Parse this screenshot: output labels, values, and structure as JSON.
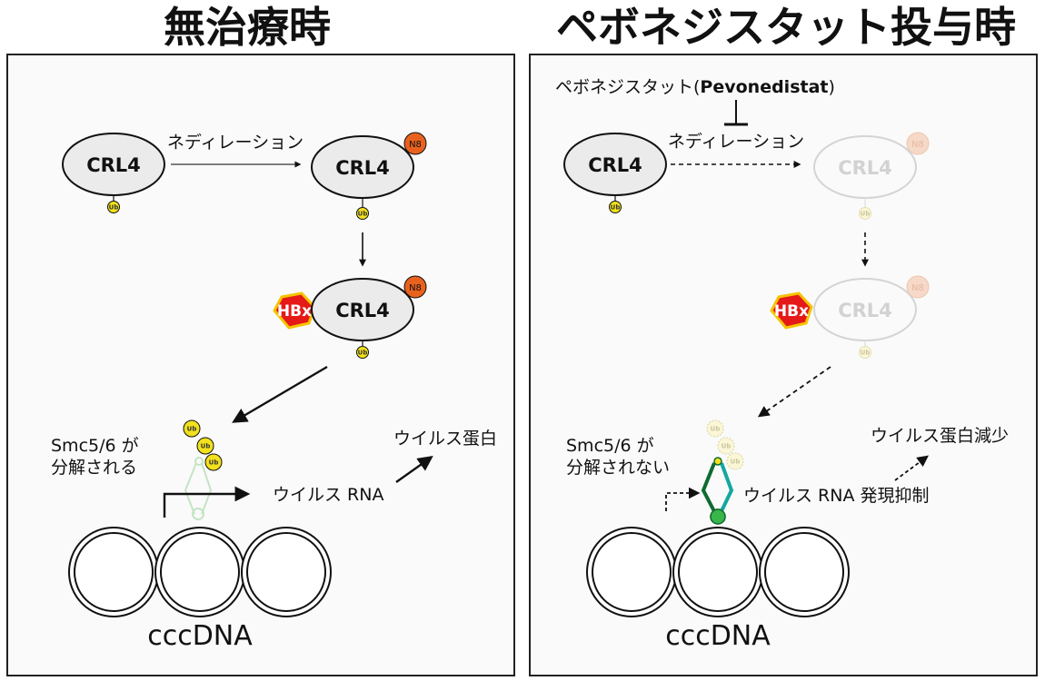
{
  "panels": {
    "left": {
      "title": "無治療時",
      "neddylation_label": "ネディレーション",
      "crl4_label": "CRL4",
      "ub_label": "Ub",
      "n8_label": "N8",
      "hbx_label": "HBx",
      "smc_line1": "Smc5/6 が",
      "smc_line2": "分解される",
      "viral_rna_label": "ウイルス RNA",
      "viral_protein_label": "ウイルス蛋白",
      "cccdna_label": "cccDNA"
    },
    "right": {
      "title": "ペボネジスタット投与時",
      "drug_label": "ペボネジスタット(",
      "drug_label_bold": "Pevonedistat",
      "drug_label_close": ")",
      "neddylation_label": "ネディレーション",
      "crl4_label": "CRL4",
      "ub_label": "Ub",
      "n8_label": "N8",
      "hbx_label": "HBx",
      "smc_line1": "Smc5/6 が",
      "smc_line2": "分解されない",
      "viral_rna_label": "ウイルス RNA 発現抑制",
      "viral_protein_label": "ウイルス蛋白減少",
      "cccdna_label": "cccDNA"
    }
  },
  "colors": {
    "crl4_fill": "#ebebeb",
    "ub_fill": "#f2e11c",
    "n8_fill": "#e8621e",
    "hbx_fill": "#e61919",
    "hbx_border": "#f5c400",
    "smc_teal": "#13a8a0",
    "smc_dark_green": "#0e6b30",
    "smc_light_green": "#3ab54a"
  }
}
